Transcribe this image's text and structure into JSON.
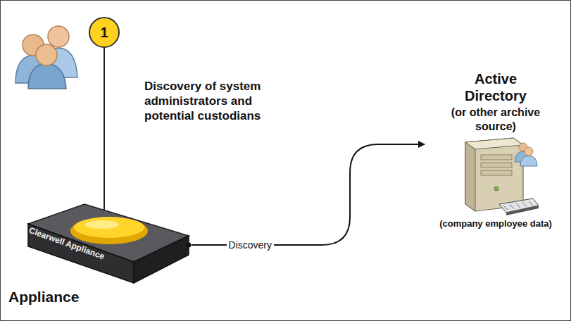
{
  "diagram": {
    "nodes": [
      {
        "text": [
          "Clearwell Appliance",
          "Appliance"
        ]
      },
      {
        "text": [
          "Active Directory",
          "(or other archive source)",
          "(company employee data)"
        ]
      }
    ],
    "edges": [
      {
        "from": 0,
        "to": 1,
        "arrow": "to",
        "label": "Discovery"
      }
    ],
    "labels": [
      "1",
      "Discovery of system administrators and potential custodians"
    ]
  }
}
